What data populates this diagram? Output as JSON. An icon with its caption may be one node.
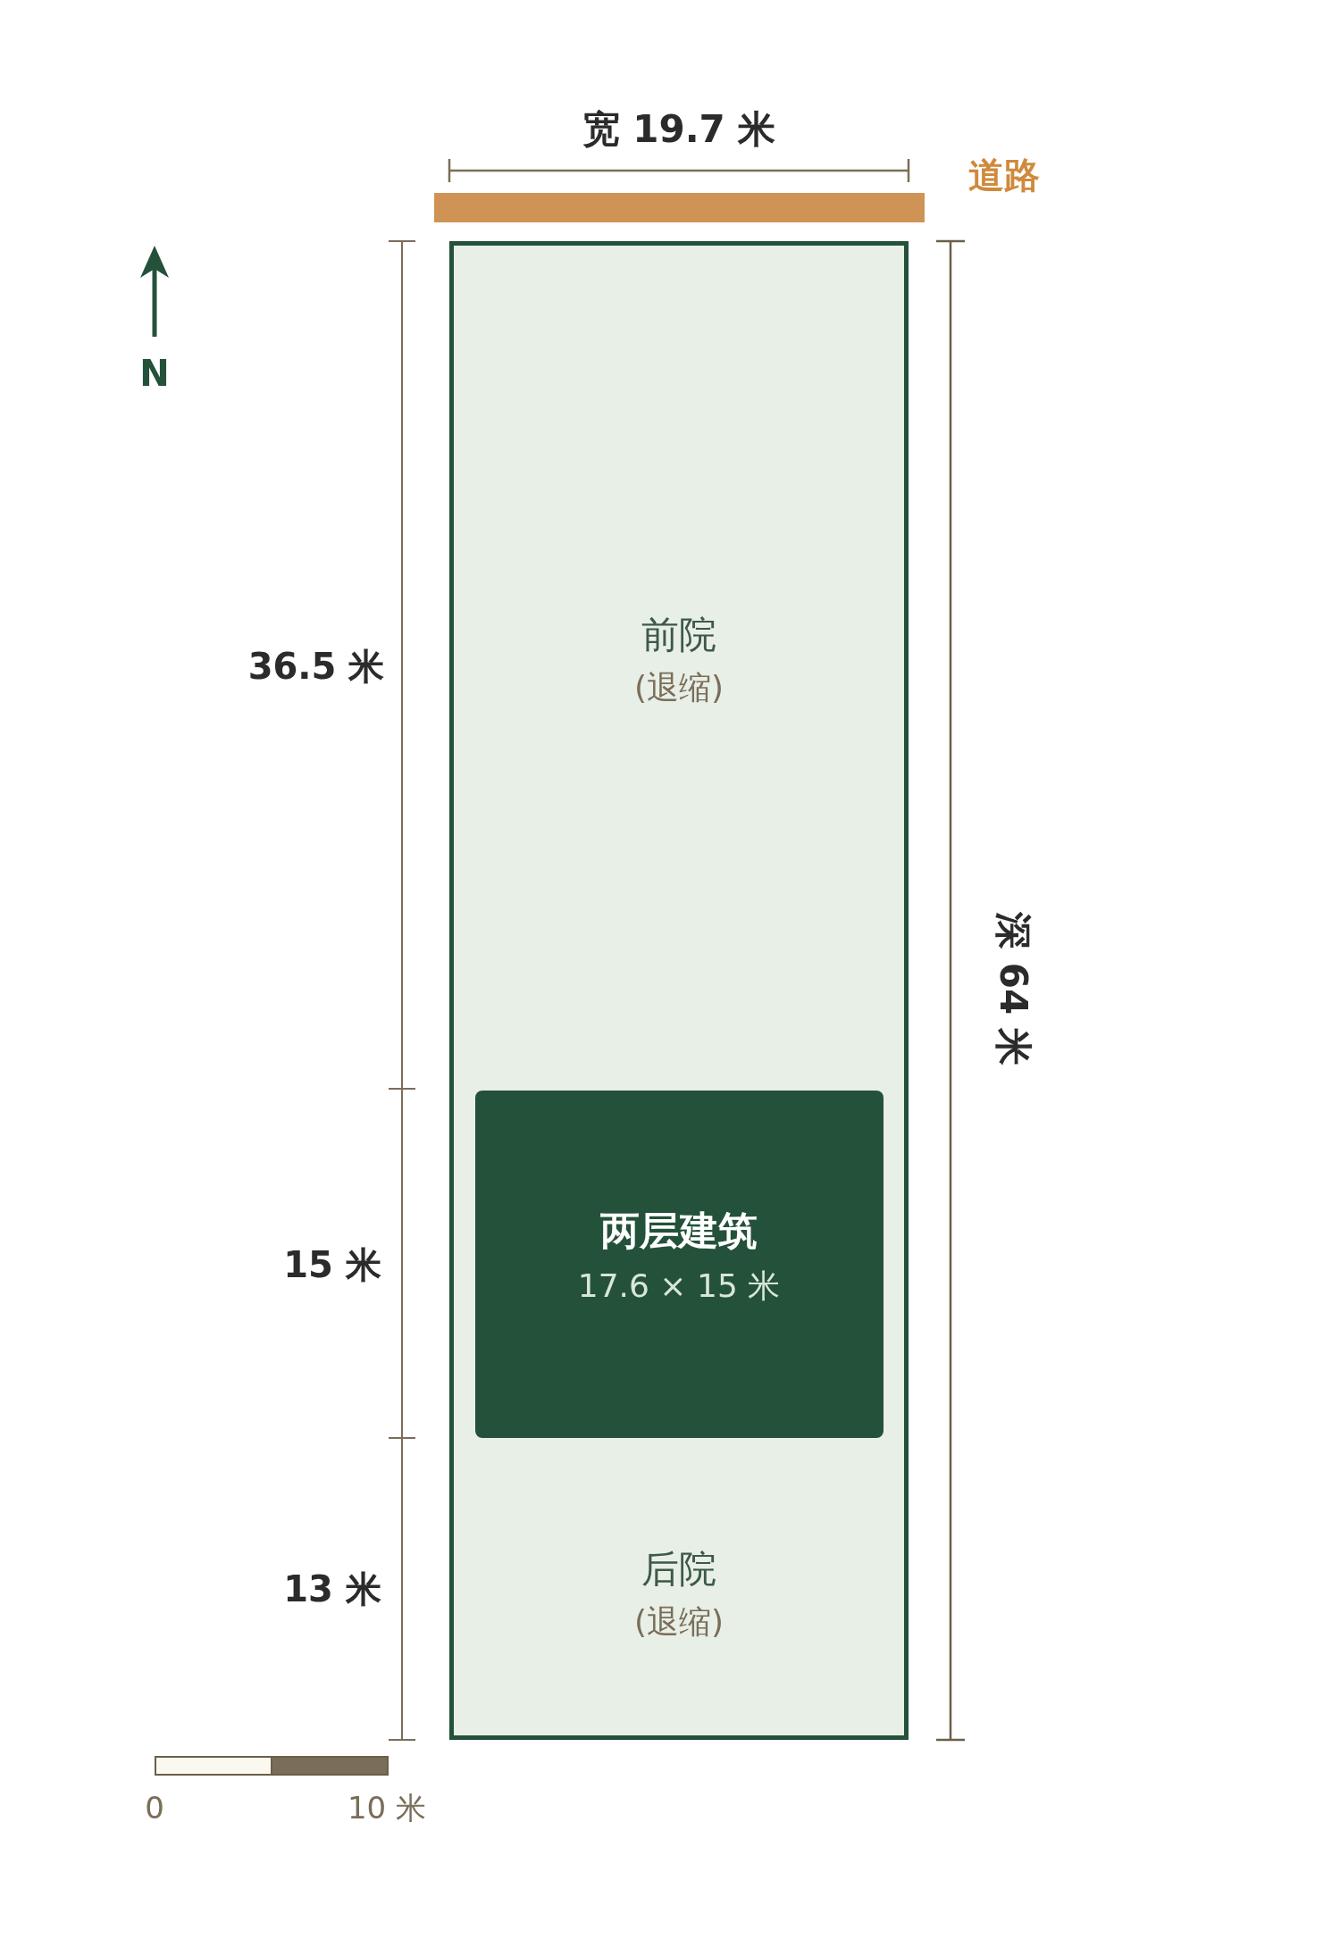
{
  "diagram": {
    "nodes": [
      {
        "text": [],
        "shape": "bar",
        "beside": [
          "道路"
        ]
      },
      {
        "text": [
          "前院",
          "(退缩)",
          "后院",
          "(退缩)"
        ]
      },
      {
        "text": [
          "两层建筑",
          "17.6 × 15 米"
        ],
        "in": 1
      }
    ],
    "edges": [],
    "labels": [
      "宽 19.7 米",
      "N",
      "36.5 米",
      "15 米",
      "13 米",
      "深 64 米",
      "0",
      "10 米"
    ]
  }
}
